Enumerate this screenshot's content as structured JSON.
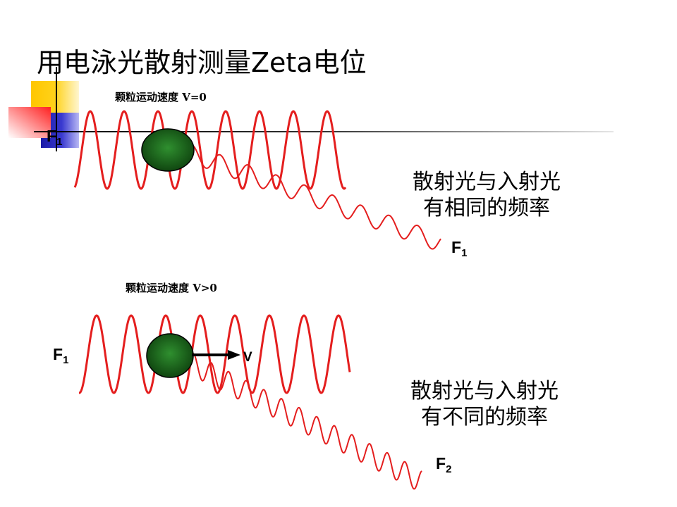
{
  "slide": {
    "title": "用电泳光散射测量Zeta电位"
  },
  "panel_static": {
    "velocity_label": "颗粒运动速度 V=0",
    "incident_label": {
      "main": "F",
      "sub": "1"
    },
    "scattered_label": {
      "main": "F",
      "sub": "1"
    },
    "caption_line1": "散射光与入射光",
    "caption_line2": "有相同的频率"
  },
  "panel_moving": {
    "velocity_label": "颗粒运动速度 V>0",
    "incident_label": {
      "main": "F",
      "sub": "1"
    },
    "scattered_label": {
      "main": "F",
      "sub": "2"
    },
    "velocity_arrow_label": "V",
    "caption_line1": "散射光与入射光",
    "caption_line2": "有不同的频率"
  },
  "colors": {
    "wave": "#e41e1e",
    "particle_dark": "#0d3f0d",
    "particle_light": "#2f8f2f",
    "arrow": "#000000"
  }
}
